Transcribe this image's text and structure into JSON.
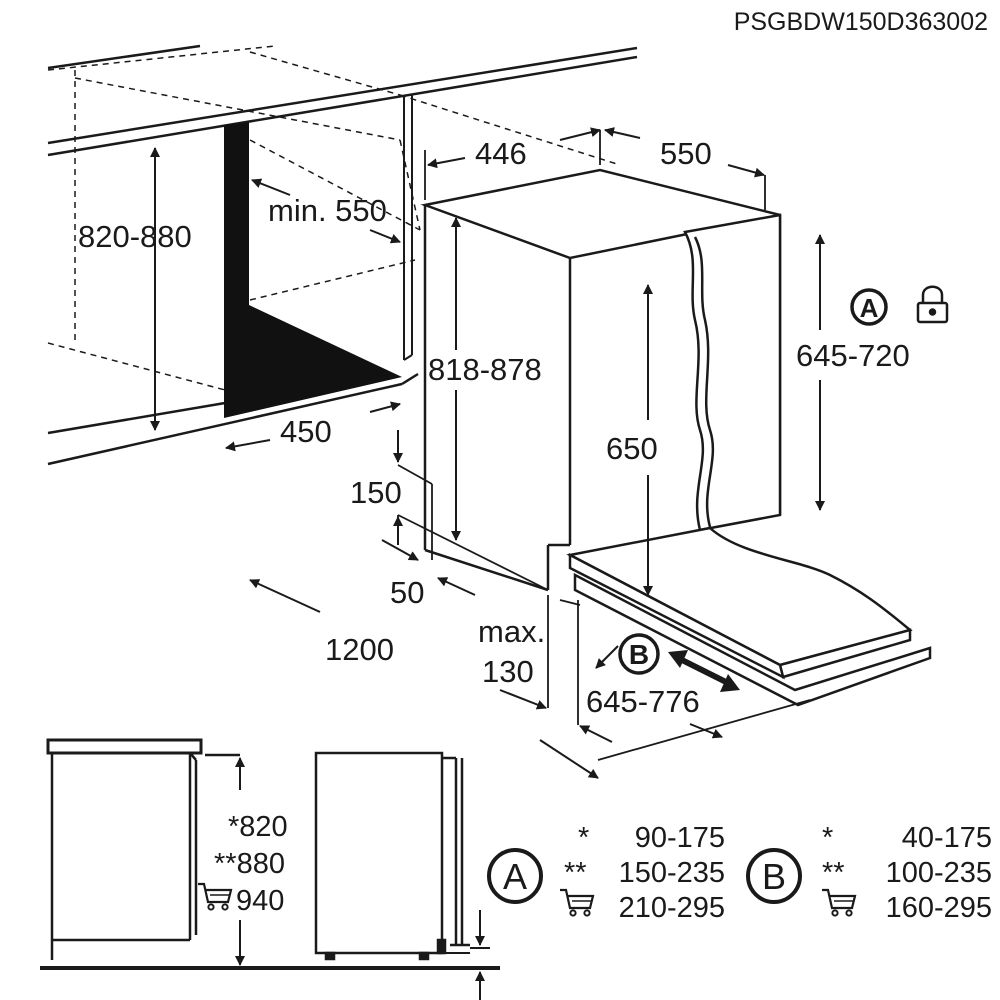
{
  "product_code": "PSGBDW150D363002",
  "dimensions": {
    "cabinet_height": "820-880",
    "min_depth": "min. 550",
    "niche_width": "450",
    "appliance_width": "446",
    "appliance_depth": "550",
    "appliance_height": "818-878",
    "plinth_height": "150",
    "plinth_recess": "50",
    "floor_length": "1200",
    "door_height": "650",
    "panel_height": "645-720",
    "max_label": "max.",
    "max_value": "130",
    "adjust_b": "645-776"
  },
  "markers": {
    "a": "A",
    "b": "B"
  },
  "side_view": {
    "line1": "*820",
    "line2": "**880",
    "line3": "940"
  },
  "table_a": {
    "label": "A",
    "rows": [
      {
        "mark": "*",
        "value": "90-175"
      },
      {
        "mark": "**",
        "value": "150-235"
      },
      {
        "mark": "",
        "value": "210-295"
      }
    ]
  },
  "table_b": {
    "label": "B",
    "rows": [
      {
        "mark": "*",
        "value": "40-175"
      },
      {
        "mark": "**",
        "value": "100-235"
      },
      {
        "mark": "",
        "value": "160-295"
      }
    ]
  },
  "icons": {
    "lock": "lock-icon",
    "cart": "shopping-cart-icon"
  }
}
